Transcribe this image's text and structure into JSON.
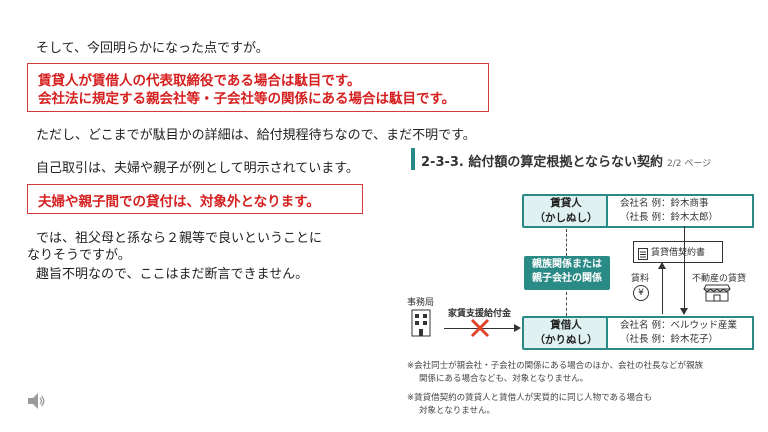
{
  "lines": {
    "intro": "そして、今回明らかになった点ですが。",
    "red1": "賃貸人が賃借人の代表取締役である場合は駄目です。",
    "red2": "会社法に規定する親会社等・子会社等の関係にある場合は駄目です。",
    "detail": "ただし、どこまでが駄目かの詳細は、給付規程待ちなので、まだ不明です。",
    "self_dealing": "自己取引は、夫婦や親子が例として明示されています。",
    "red3": "夫婦や親子間での貸付は、対象外となります。",
    "grand1": "では、祖父母と孫なら２親等で良いということに",
    "grand2": "なりそうですが。",
    "unknown": "趣旨不明なので、ここはまだ断言できません。"
  },
  "section": {
    "title": "2-3-3. 給付額の算定根拠とならない契約",
    "page": "2/2 ページ"
  },
  "diagram": {
    "lessor_title": "賃貸人",
    "lessor_reading": "（かしぬし）",
    "lessor_company": "会社名 例：鈴木商事",
    "lessor_president": "（社長 例：鈴木太郎）",
    "relation1": "親族関係または",
    "relation2": "親子会社の関係",
    "contract": "賃貸借契約書",
    "rent": "賃料",
    "yen_symbol": "¥",
    "property": "不動産の賃貸",
    "office": "事務局",
    "benefit": "家賃支援給付金",
    "lessee_title": "賃借人",
    "lessee_reading": "（かりぬし）",
    "lessee_company": "会社名 例：ベルウッド産業",
    "lessee_president": "（社長 例：鈴木花子）"
  },
  "notes": {
    "note1a": "※会社同士が親会社・子会社の関係にある場合のほか、会社の社長などが親族",
    "note1b": "関係にある場合なども、対象となりません。",
    "note2a": "※賃貸借契約の賃貸人と賃借人が実質的に同じ人物である場合も",
    "note2b": "対象となりません。"
  },
  "colors": {
    "accent": "#2a8a86",
    "alert": "#d61f1f"
  },
  "icons": [
    "contract-document-icon",
    "yen-coin-icon",
    "office-building-icon",
    "shop-icon",
    "speaker-icon",
    "cross-mark-icon"
  ]
}
